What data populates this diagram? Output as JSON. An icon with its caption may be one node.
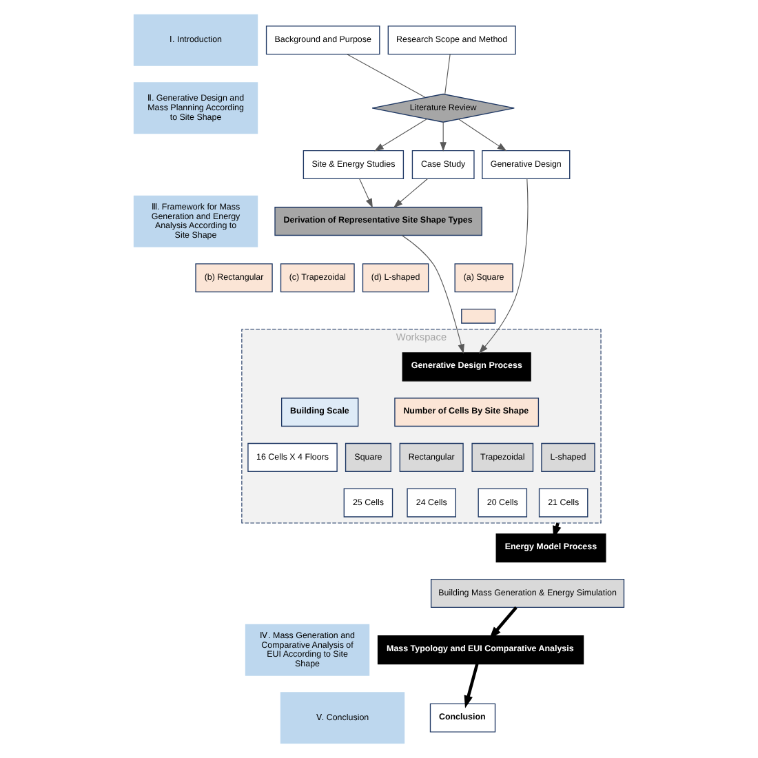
{
  "diagram": {
    "nodes": [
      {
        "text": [
          "Ⅰ. Introduction"
        ]
      },
      {
        "text": [
          "Background and Purpose"
        ]
      },
      {
        "text": [
          "Research Scope and Method"
        ]
      },
      {
        "text": [
          "Ⅱ. Generative Design and Mass Planning According to Site Shape"
        ]
      },
      {
        "text": [
          "Literature Review"
        ]
      },
      {
        "text": [
          "Generative Design"
        ]
      },
      {
        "text": [
          "Site & Energy Studies"
        ]
      },
      {
        "text": [
          "Case Study"
        ]
      },
      {
        "text": [
          "Ⅲ. Framework for Mass Generation and Energy Analysis According to Site Shape"
        ]
      },
      {
        "text": [
          "Derivation of Representative Site Shape Types"
        ]
      },
      {
        "text": [
          "(a) Square"
        ]
      },
      {
        "text": [
          "(b) Rectangular"
        ]
      },
      {
        "text": [
          "(c) Trapezoidal"
        ]
      },
      {
        "text": [
          "(d) L-shaped"
        ]
      },
      {
        "text": [
          "Workspace"
        ]
      },
      {
        "text": [],
        "shape": "box"
      },
      {
        "text": [
          "Generative Design Process"
        ],
        "in": 14
      },
      {
        "text": [
          "Building Scale"
        ],
        "in": 14
      },
      {
        "text": [
          "16 Cells X 4 Floors"
        ],
        "in": 14
      },
      {
        "text": [
          "Number of Cells By Site Shape"
        ],
        "in": 14
      },
      {
        "text": [
          "Square"
        ],
        "in": 14
      },
      {
        "text": [
          "25 Cells"
        ],
        "in": 14
      },
      {
        "text": [
          "Rectangular"
        ],
        "in": 14
      },
      {
        "text": [
          "24 Cells"
        ],
        "in": 14
      },
      {
        "text": [
          "Trapezoidal"
        ],
        "in": 14
      },
      {
        "text": [
          "20 Cells"
        ],
        "in": 14
      },
      {
        "text": [
          "L-shaped"
        ],
        "in": 14
      },
      {
        "text": [
          "21 Cells"
        ],
        "in": 14
      },
      {
        "text": [
          "Energy Model Process"
        ]
      },
      {
        "text": [
          "Building Mass Generation & Energy Simulation"
        ]
      },
      {
        "text": [
          "Ⅳ. Mass Generation and Comparative Analysis of EUI According to Site Shape"
        ]
      },
      {
        "text": [
          "Mass Typology and EUI Comparative Analysis"
        ]
      },
      {
        "text": [
          "Ⅴ. Conclusion"
        ]
      },
      {
        "text": [
          "Conclusion"
        ]
      }
    ],
    "edges": [
      {
        "from": 1,
        "to": 4,
        "arrow": "none"
      },
      {
        "from": 2,
        "to": 4,
        "arrow": "none"
      },
      {
        "from": 4,
        "to": 5,
        "arrow": "to"
      },
      {
        "from": 4,
        "to": 6,
        "arrow": "to"
      },
      {
        "from": 4,
        "to": 7,
        "arrow": "to"
      },
      {
        "from": 6,
        "to": 9,
        "arrow": "to"
      },
      {
        "from": 7,
        "to": 9,
        "arrow": "to"
      },
      {
        "from": 5,
        "to": 16,
        "arrow": "to"
      },
      {
        "from": 9,
        "to": 16,
        "arrow": "to"
      },
      {
        "from": 14,
        "to": 28,
        "arrow": "to",
        "style": "thick"
      },
      {
        "from": 29,
        "to": 31,
        "arrow": "to",
        "style": "thick"
      },
      {
        "from": 31,
        "to": 33,
        "arrow": "to",
        "style": "thick"
      }
    ]
  }
}
